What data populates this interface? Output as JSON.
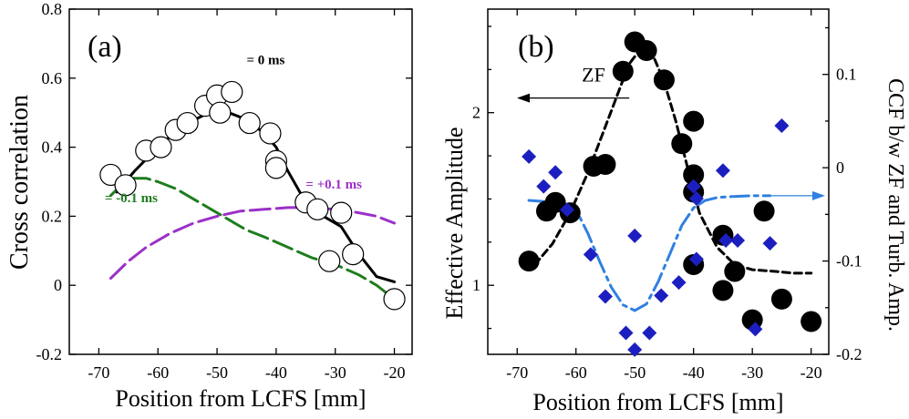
{
  "chart_data": [
    {
      "type": "scatter",
      "panel_label": "(a)",
      "xlabel": "Position from LCFS [mm]",
      "ylabel": "Cross correlation",
      "xlim": [
        -75,
        -17
      ],
      "ylim": [
        -0.2,
        0.8
      ],
      "xticks": [
        -70,
        -60,
        -50,
        -40,
        -30,
        -20
      ],
      "xtick_labels": [
        "-70",
        "-60",
        "-50",
        "-40",
        "-30",
        "-20"
      ],
      "yticks": [
        -0.2,
        0,
        0.2,
        0.4,
        0.6,
        0.8
      ],
      "ytick_labels": [
        "-0.2",
        "0",
        "0.2",
        "0.4",
        "0.6",
        "0.8"
      ],
      "grid": false,
      "series": [
        {
          "name": "= 0 ms",
          "kind": "markers",
          "marker": "open-circle",
          "color": "#000000",
          "x": [
            -68,
            -65.5,
            -62,
            -59.5,
            -57,
            -55,
            -52,
            -50,
            -49.5,
            -47.5,
            -44.5,
            -41,
            -40,
            -40,
            -35,
            -33,
            -31,
            -29,
            -27,
            -20
          ],
          "y": [
            0.32,
            0.29,
            0.39,
            0.4,
            0.45,
            0.47,
            0.52,
            0.55,
            0.5,
            0.56,
            0.47,
            0.44,
            0.36,
            0.34,
            0.24,
            0.22,
            0.07,
            0.21,
            0.09,
            -0.04
          ]
        },
        {
          "name": "= 0 ms",
          "kind": "fit",
          "style": "solid",
          "color": "#000000",
          "x": [
            -67,
            -64,
            -60,
            -56,
            -52,
            -48,
            -45,
            -42,
            -40,
            -38,
            -35,
            -32,
            -29,
            -26,
            -23,
            -20
          ],
          "y": [
            0.27,
            0.33,
            0.4,
            0.46,
            0.495,
            0.5,
            0.48,
            0.44,
            0.4,
            0.33,
            0.24,
            0.2,
            0.17,
            0.09,
            0.025,
            0.01
          ]
        },
        {
          "name": "= -0.1 ms",
          "kind": "fit",
          "style": "dashed",
          "color": "#1e7d1e",
          "x": [
            -68,
            -65,
            -62,
            -60,
            -57,
            -54,
            -51,
            -48,
            -45,
            -42,
            -38,
            -34,
            -30,
            -26,
            -23,
            -20
          ],
          "y": [
            0.26,
            0.31,
            0.31,
            0.3,
            0.28,
            0.25,
            0.22,
            0.19,
            0.16,
            0.14,
            0.11,
            0.08,
            0.06,
            0.03,
            0.0,
            -0.04
          ]
        },
        {
          "name": "= +0.1 ms",
          "kind": "fit",
          "style": "dashed",
          "color": "#9b30c8",
          "x": [
            -68,
            -65,
            -62,
            -58,
            -54,
            -50,
            -46,
            -42,
            -38,
            -34,
            -30,
            -26,
            -23,
            -20
          ],
          "y": [
            0.02,
            0.07,
            0.11,
            0.15,
            0.18,
            0.2,
            0.215,
            0.22,
            0.225,
            0.225,
            0.22,
            0.21,
            0.2,
            0.18
          ]
        }
      ],
      "annotations": [
        {
          "text": "= 0 ms",
          "x": -45,
          "y": 0.64,
          "color": "#000000"
        },
        {
          "text": "= -0.1 ms",
          "x": -69,
          "y": 0.24,
          "color": "#1e7d1e"
        },
        {
          "text": "= +0.1 ms",
          "x": -35,
          "y": 0.28,
          "color": "#9b30c8"
        }
      ]
    },
    {
      "type": "scatter",
      "panel_label": "(b)",
      "xlabel": "Position from LCFS [mm]",
      "ylabel": "Effective Amplitude",
      "y2label": "CCF  b/w  ZF and Turb. Amp.",
      "xlim": [
        -75,
        -17
      ],
      "ylim": [
        0.6,
        2.6
      ],
      "y2lim": [
        -0.2,
        0.17
      ],
      "xticks": [
        -70,
        -60,
        -50,
        -40,
        -30,
        -20
      ],
      "xtick_labels": [
        "-70",
        "-60",
        "-50",
        "-40",
        "-30",
        "-20"
      ],
      "yticks": [
        1,
        2
      ],
      "ytick_labels": [
        "1",
        "2"
      ],
      "y2ticks": [
        -0.2,
        -0.1,
        0,
        0.1
      ],
      "y2tick_labels": [
        "-0.2",
        "-0.1",
        "0",
        "0.1"
      ],
      "grid": false,
      "series": [
        {
          "name": "ZF",
          "axis": "left",
          "kind": "markers",
          "marker": "filled-circle",
          "color": "#000000",
          "x": [
            -68,
            -65,
            -63.5,
            -61,
            -57,
            -55,
            -52,
            -50,
            -48,
            -45,
            -42,
            -40,
            -40,
            -40,
            -40,
            -35,
            -35,
            -33,
            -30,
            -28,
            -25,
            -20
          ],
          "y": [
            1.14,
            1.43,
            1.48,
            1.42,
            1.69,
            1.7,
            2.24,
            2.41,
            2.36,
            2.19,
            1.82,
            1.95,
            1.64,
            1.54,
            1.12,
            1.29,
            0.97,
            1.08,
            0.8,
            1.43,
            0.92,
            0.79
          ]
        },
        {
          "name": "ZF",
          "axis": "left",
          "kind": "fit",
          "style": "dashed",
          "color": "#000000",
          "x": [
            -67,
            -64,
            -61,
            -58,
            -55,
            -53,
            -51,
            -49,
            -47,
            -45,
            -43,
            -41,
            -39,
            -36,
            -33,
            -30,
            -26,
            -23,
            -20
          ],
          "y": [
            1.12,
            1.24,
            1.42,
            1.65,
            1.92,
            2.1,
            2.28,
            2.37,
            2.34,
            2.18,
            1.95,
            1.68,
            1.42,
            1.22,
            1.12,
            1.09,
            1.08,
            1.07,
            1.07
          ]
        },
        {
          "name": "CCF",
          "axis": "right",
          "kind": "markers",
          "marker": "filled-diamond",
          "color": "#1c1fc0",
          "x": [
            -68,
            -65.5,
            -63.5,
            -61.5,
            -57.5,
            -55,
            -51.5,
            -50,
            -50,
            -47.5,
            -45.5,
            -42.5,
            -40,
            -39.5,
            -39.5,
            -35,
            -34.5,
            -32.5,
            -29.5,
            -27,
            -25
          ],
          "y": [
            0.012,
            -0.02,
            -0.005,
            -0.045,
            -0.093,
            -0.138,
            -0.177,
            -0.073,
            -0.195,
            -0.177,
            -0.137,
            -0.123,
            -0.02,
            -0.033,
            -0.098,
            -0.003,
            -0.078,
            -0.078,
            -0.173,
            -0.081,
            0.045
          ]
        },
        {
          "name": "CCF",
          "axis": "right",
          "kind": "fit",
          "style": "dashed",
          "color": "#2f80e0",
          "x": [
            -68,
            -64,
            -60,
            -58,
            -56,
            -54,
            -52,
            -50,
            -48,
            -46,
            -44,
            -42,
            -40,
            -38,
            -36,
            -34,
            -30,
            -27
          ],
          "y": [
            -0.035,
            -0.037,
            -0.045,
            -0.07,
            -0.1,
            -0.128,
            -0.147,
            -0.153,
            -0.146,
            -0.122,
            -0.092,
            -0.062,
            -0.043,
            -0.035,
            -0.032,
            -0.031,
            -0.03,
            -0.03
          ]
        }
      ],
      "annotations": [
        {
          "text": "ZF",
          "x": -59,
          "y": 2.18,
          "color": "#000000",
          "arrow": "left"
        }
      ]
    }
  ]
}
